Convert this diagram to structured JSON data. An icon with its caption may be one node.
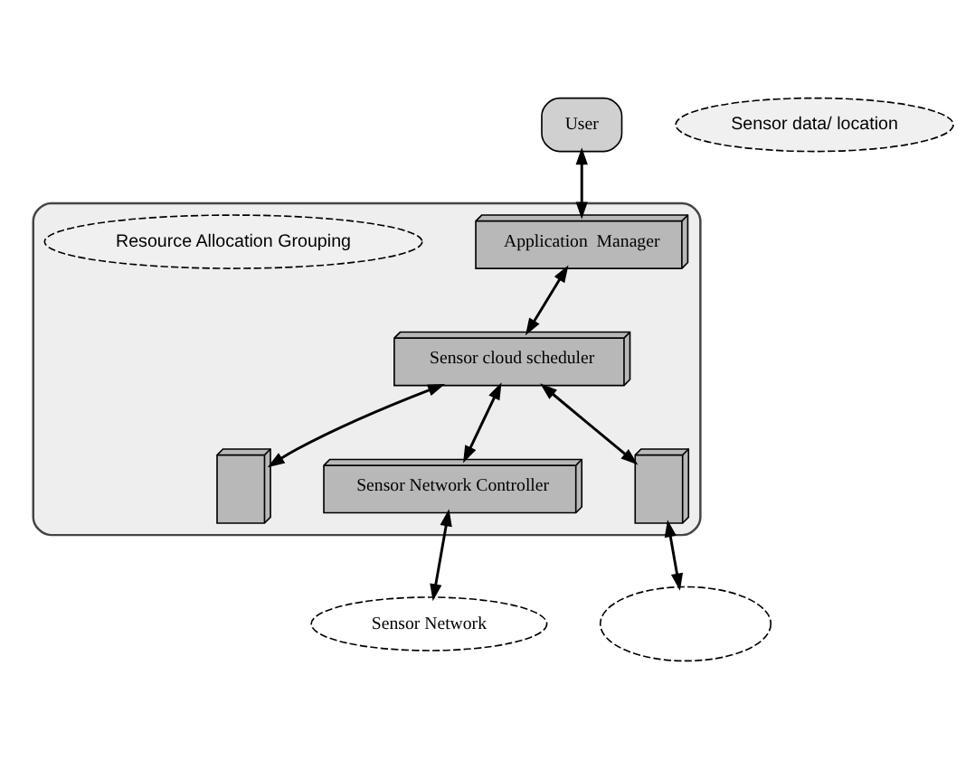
{
  "diagram": {
    "nodes": [
      {
        "text": [],
        "shape": "cloud"
      },
      {
        "text": [
          "User"
        ]
      },
      {
        "text": [
          "Application  Manager"
        ],
        "in": 0
      },
      {
        "text": [
          "Sensor cloud scheduler"
        ],
        "in": 0
      },
      {
        "text": [
          "Resource Allocation Grouping"
        ],
        "in": 0
      },
      {
        "text": [],
        "shape": "server",
        "in": 0
      },
      {
        "text": [
          "Sensor Network Controller"
        ],
        "in": 0
      },
      {
        "text": [
          "Sensor data/ location"
        ]
      },
      {
        "text": [],
        "shape": "server",
        "in": 0
      },
      {
        "text": [
          "Sensor Network"
        ]
      },
      {
        "text": [],
        "shape": "ellipse"
      }
    ],
    "edges": [
      {
        "from": 1,
        "to": 2,
        "arrow": "both"
      },
      {
        "from": 2,
        "to": 3,
        "arrow": "both"
      },
      {
        "from": 3,
        "to": 5,
        "arrow": "both"
      },
      {
        "from": 3,
        "to": 6,
        "arrow": "both"
      },
      {
        "from": 3,
        "to": 8,
        "arrow": "both"
      },
      {
        "from": 6,
        "to": 9,
        "arrow": "both"
      },
      {
        "from": 8,
        "to": 10,
        "arrow": "both"
      }
    ]
  }
}
